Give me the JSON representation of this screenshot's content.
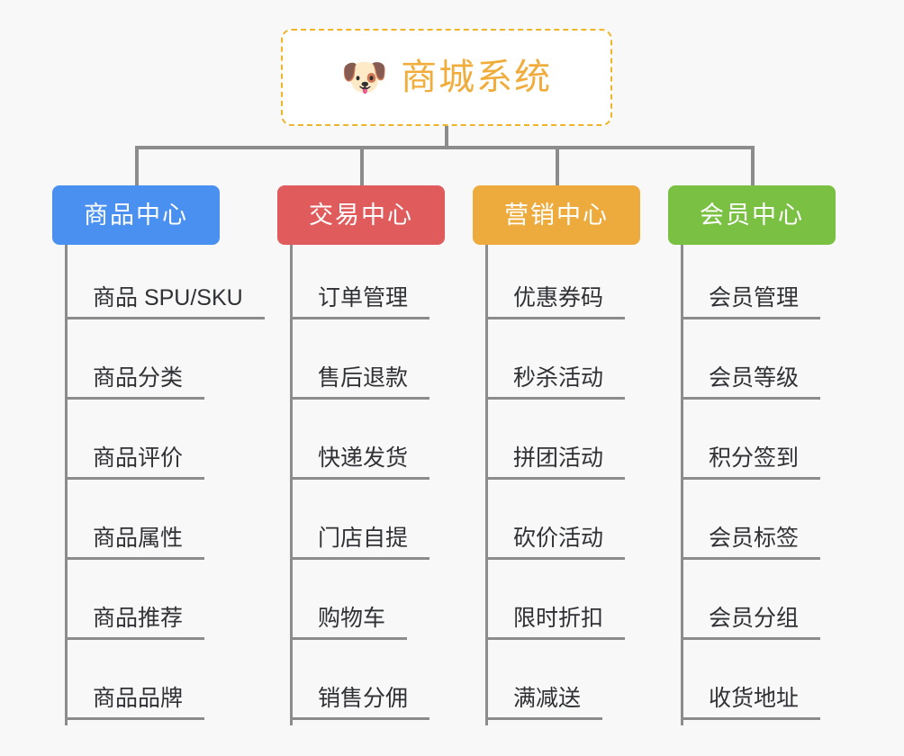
{
  "background_color": "#f8f8f8",
  "root": {
    "icon": "dog-face-icon",
    "emoji": "🐶",
    "title": "商城系统",
    "title_color": "#f0ad3c",
    "border_color": "#f0b429"
  },
  "connector_color": "#8c8c8c",
  "branches": [
    {
      "id": "product-center",
      "label": "商品中心",
      "color": "#4a90f0",
      "items": [
        "商品 SPU/SKU",
        "商品分类",
        "商品评价",
        "商品属性",
        "商品推荐",
        "商品品牌"
      ]
    },
    {
      "id": "trade-center",
      "label": "交易中心",
      "color": "#e05c5c",
      "items": [
        "订单管理",
        "售后退款",
        "快递发货",
        "门店自提",
        "购物车",
        "销售分佣"
      ]
    },
    {
      "id": "marketing-center",
      "label": "营销中心",
      "color": "#eeab3d",
      "items": [
        "优惠券码",
        "秒杀活动",
        "拼团活动",
        "砍价活动",
        "限时折扣",
        "满减送"
      ]
    },
    {
      "id": "member-center",
      "label": "会员中心",
      "color": "#79c martial"
    }
  ]
}
